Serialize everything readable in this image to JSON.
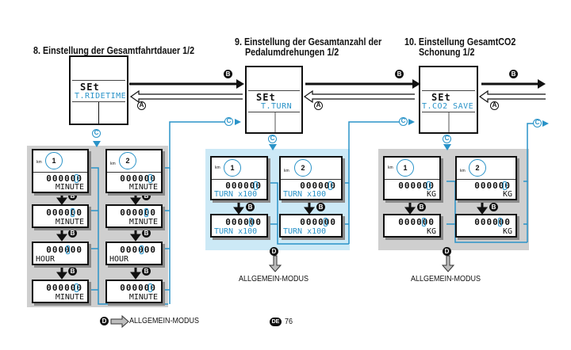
{
  "sections": [
    {
      "title": "8. Einstellung der Gesamtfahrtdauer 1/2",
      "display_set": "SEt",
      "display_code": "T.RIDETIME",
      "bike1_screens": [
        {
          "digits": "000000",
          "unit": "MINUTE"
        },
        {
          "digits": "000000",
          "unit": "MINUTE"
        },
        {
          "digits": "000000",
          "unit": "HOUR"
        },
        {
          "digits": "000000",
          "unit": "MINUTE"
        }
      ],
      "bike2_screens": [
        {
          "digits": "000000",
          "unit": "MINUTE"
        },
        {
          "digits": "000000",
          "unit": "MINUTE"
        },
        {
          "digits": "000000",
          "unit": "HOUR"
        },
        {
          "digits": "000000",
          "unit": "MINUTE"
        }
      ]
    },
    {
      "title_line1": "9. Einstellung der Gesamtanzahl der",
      "title_line2": "Pedalumdrehungen 1/2",
      "display_set": "SEt",
      "display_code": "T.TURN",
      "bike1_screens": [
        {
          "digits": "000000",
          "unit": "TURN x100"
        },
        {
          "digits": "000000",
          "unit": "TURN x100"
        }
      ],
      "bike2_screens": [
        {
          "digits": "000000",
          "unit": "TURN x100"
        },
        {
          "digits": "000000",
          "unit": "TURN x100"
        }
      ],
      "exit_label": "ALLGEMEIN-MODUS"
    },
    {
      "title_line1": "10. Einstellung GesamtCO2",
      "title_line2": "Schonung 1/2",
      "display_set": "SEt",
      "display_code": "T.CO2  SAVE",
      "bike1_screens": [
        {
          "digits": "000000",
          "unit": "KG"
        },
        {
          "digits": "000000",
          "unit": "KG"
        }
      ],
      "bike2_screens": [
        {
          "digits": "000000",
          "unit": "KG"
        },
        {
          "digits": "000000",
          "unit": "KG"
        }
      ],
      "exit_label": "ALLGEMEIN-MODUS"
    }
  ],
  "bike_bubbles": {
    "bike1": "1",
    "bike2": "2",
    "tiny_label": "km"
  },
  "buttons": {
    "A": "A",
    "B": "B",
    "C": "C",
    "D": "D"
  },
  "legend": {
    "button": "D",
    "text": "ALLGEMEIN-MODUS"
  },
  "footer": {
    "lang_badge": "DE",
    "page_number": "76"
  },
  "colors": {
    "accent_blue": "#2a93c8",
    "panel_gray": "#cfcfcf",
    "panel_blue": "#cce9f6"
  }
}
